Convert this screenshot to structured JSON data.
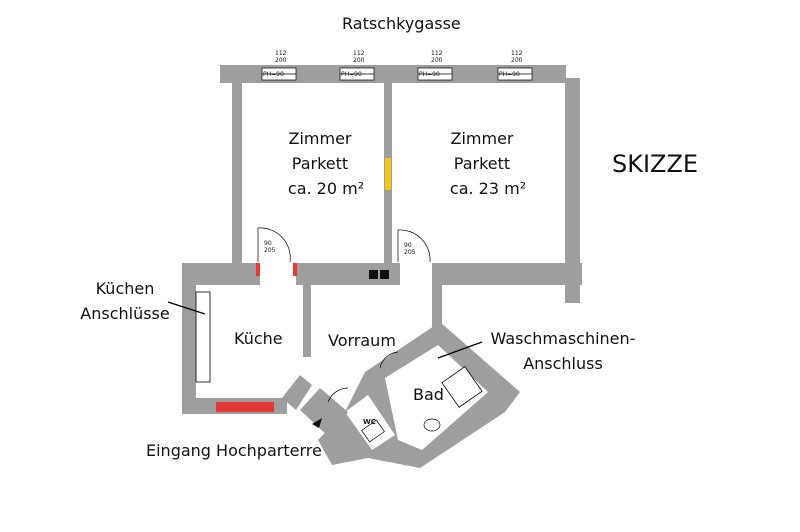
{
  "street": "Ratschkygasse",
  "stamp": "SKIZZE",
  "rooms": {
    "zimmer_left": {
      "line1": "Zimmer",
      "line2": "Parkett",
      "line3": "ca. 20 m²"
    },
    "zimmer_right": {
      "line1": "Zimmer",
      "line2": "Parkett",
      "line3": "ca. 23 m²"
    },
    "kueche": "Küche",
    "vorraum": "Vorraum",
    "bad": "Bad",
    "wc": "WC"
  },
  "annotations": {
    "kuechen_line1": "Küchen",
    "kuechen_line2": "Anschlüsse",
    "wasch_line1": "Waschmaschinen-",
    "wasch_line2": "Anschluss",
    "eingang": "Eingang Hochparterre"
  },
  "windows": [
    {
      "top": "112",
      "bottom": "200",
      "ph": "PH=90"
    },
    {
      "top": "112",
      "bottom": "200",
      "ph": "PH=90"
    },
    {
      "top": "112",
      "bottom": "200",
      "ph": "PH=90"
    },
    {
      "top": "112",
      "bottom": "200",
      "ph": "PH=90"
    }
  ],
  "doors": {
    "d1_top": "90",
    "d1_bottom": "205",
    "d2_top": "90",
    "d2_bottom": "205"
  },
  "colors": {
    "wall": "#9e9e9e",
    "radiator": "#e53935",
    "accent_yellow": "#f5c518"
  }
}
